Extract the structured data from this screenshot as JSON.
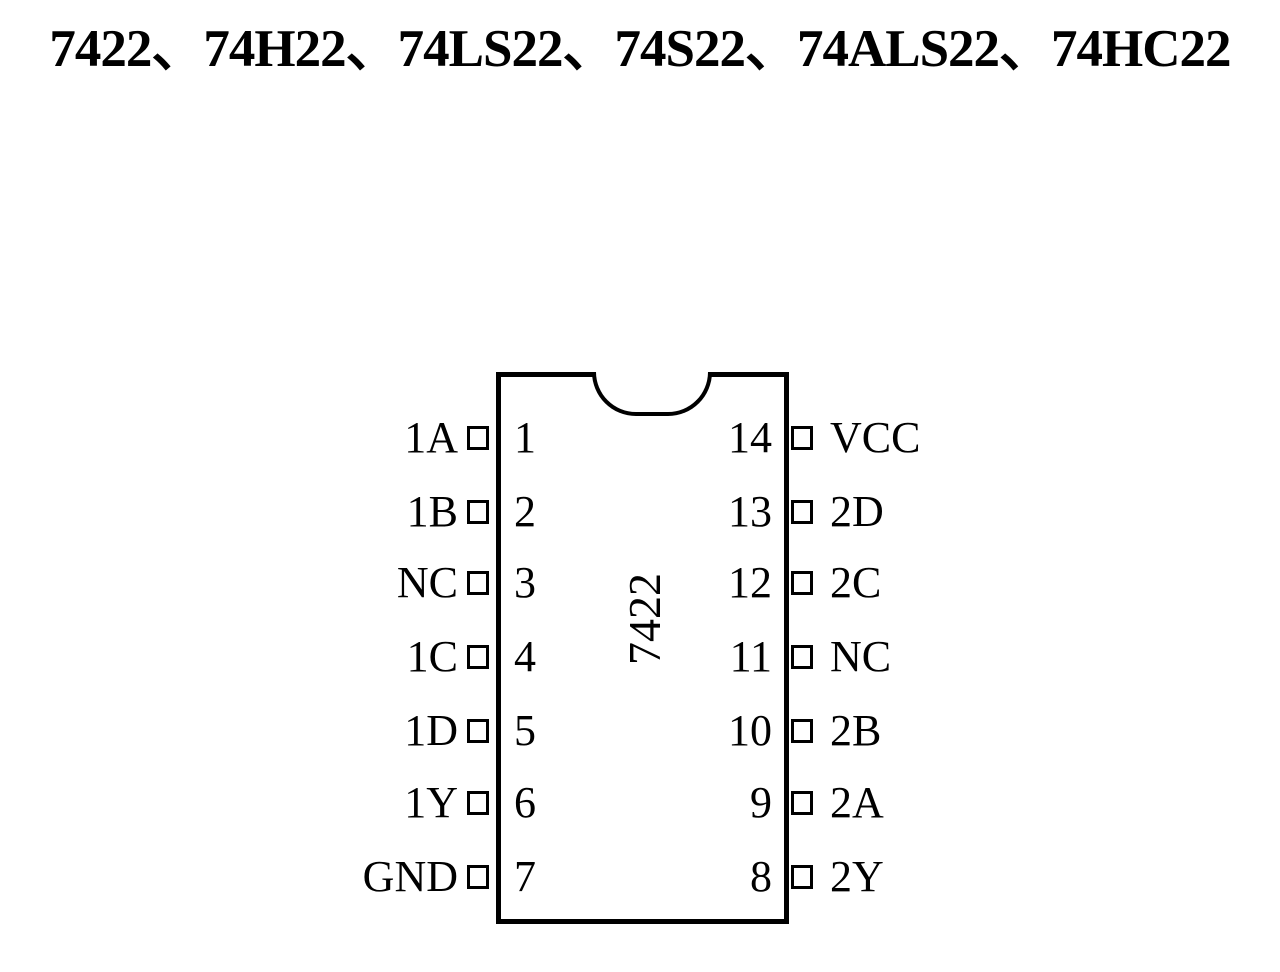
{
  "title": "7422、74H22、74LS22、74S22、74ALS22、74HC22",
  "chip": {
    "label": "7422",
    "left_pins": [
      {
        "number": "1",
        "name": "1A"
      },
      {
        "number": "2",
        "name": "1B"
      },
      {
        "number": "3",
        "name": "NC"
      },
      {
        "number": "4",
        "name": "1C"
      },
      {
        "number": "5",
        "name": "1D"
      },
      {
        "number": "6",
        "name": "1Y"
      },
      {
        "number": "7",
        "name": "GND"
      }
    ],
    "right_pins": [
      {
        "number": "14",
        "name": "VCC"
      },
      {
        "number": "13",
        "name": "2D"
      },
      {
        "number": "12",
        "name": "2C"
      },
      {
        "number": "11",
        "name": "NC"
      },
      {
        "number": "10",
        "name": "2B"
      },
      {
        "number": "9",
        "name": "2A"
      },
      {
        "number": "8",
        "name": "2Y"
      }
    ]
  }
}
